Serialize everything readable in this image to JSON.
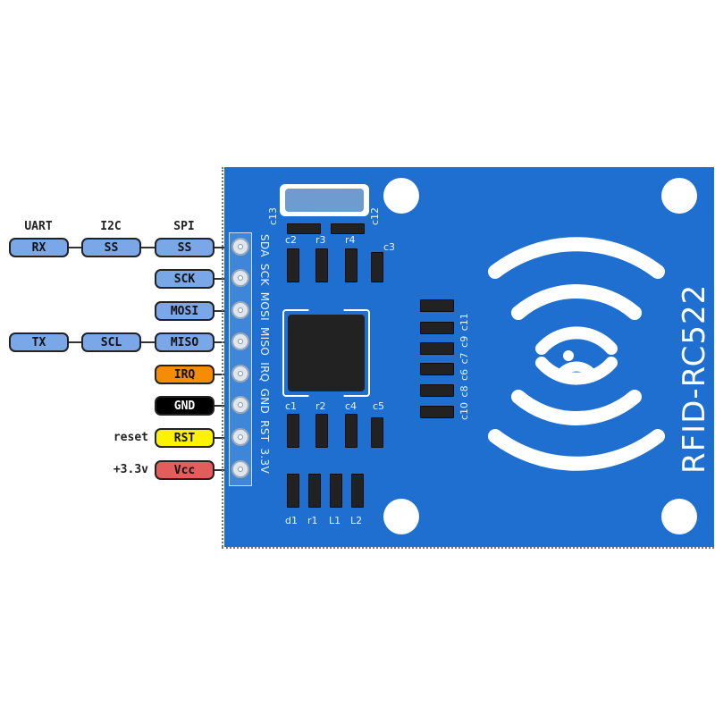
{
  "column_headers": {
    "uart": "UART",
    "i2c": "I2C",
    "spi": "SPI"
  },
  "rows": [
    {
      "uart": "RX",
      "i2c": "SS",
      "spi": "SS",
      "board_pin": "SDA"
    },
    {
      "spi": "SCK",
      "board_pin": "SCK"
    },
    {
      "spi": "MOSI",
      "board_pin": "MOSI"
    },
    {
      "uart": "TX",
      "i2c": "SCL",
      "spi": "MISO",
      "board_pin": "MISO"
    },
    {
      "spi": "IRQ",
      "board_pin": "IRQ"
    },
    {
      "spi": "GND",
      "board_pin": "GND"
    },
    {
      "side_label": "reset",
      "spi": "RST",
      "board_pin": "RST"
    },
    {
      "side_label": "+3.3v",
      "spi": "Vcc",
      "board_pin": "3.3V"
    }
  ],
  "pin_names_line": "SDA SCK MOSI MISO IRQ GND RST 3.3V",
  "module_title": "RFID-RC522",
  "components": {
    "c13": "c13",
    "c12": "c12",
    "c2": "c2",
    "r3": "r3",
    "r4": "r4",
    "c3": "c3",
    "c1": "c1",
    "r2": "r2",
    "c4": "c4",
    "c5": "c5",
    "d1": "d1",
    "r1": "r1",
    "L1": "L1",
    "L2": "L2",
    "cap_column": "c10 c8 c6 c7 c9 c11"
  },
  "colors": {
    "board": "#1e6fcf",
    "pill_blue": "#7aa7e8",
    "irq": "#f48c06",
    "gnd": "#000000",
    "rst": "#fff200",
    "vcc": "#e35d5d"
  }
}
